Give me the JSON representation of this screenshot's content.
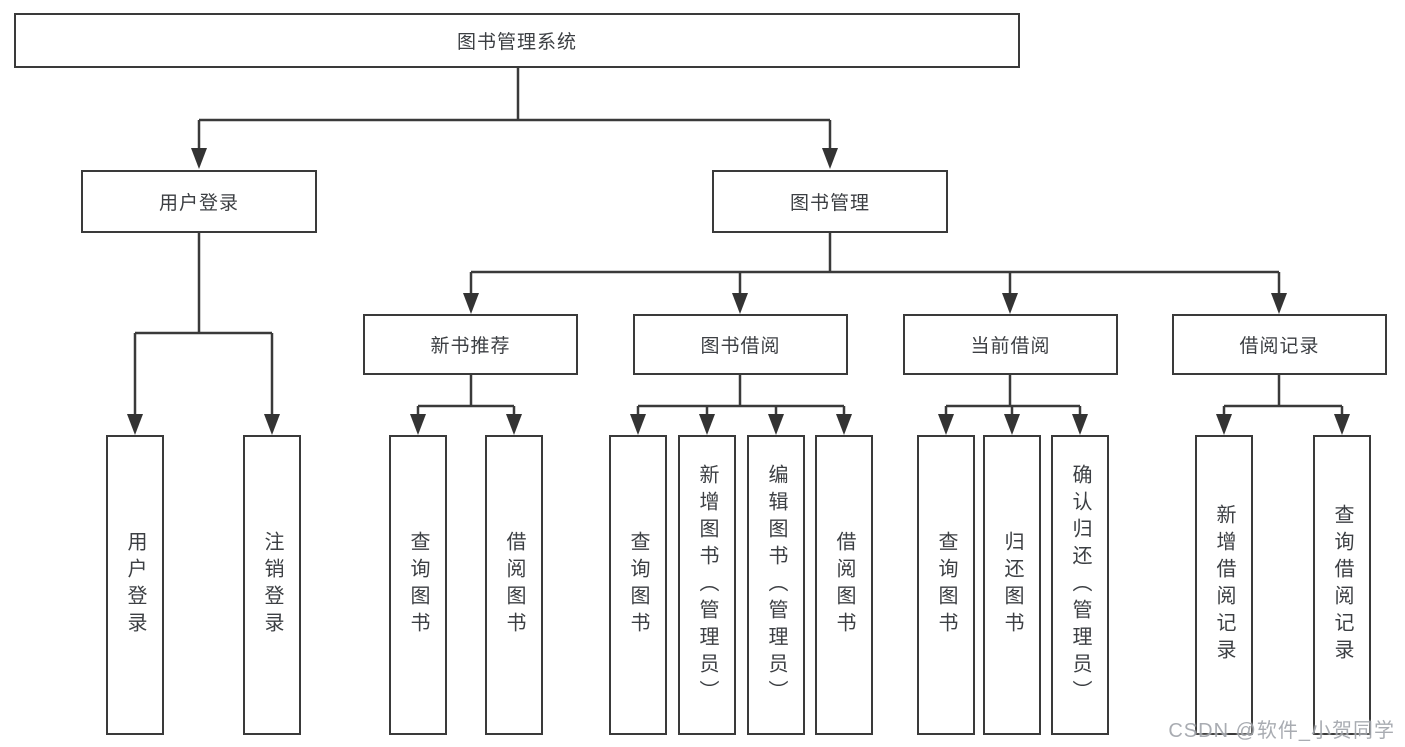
{
  "diagram": {
    "root": {
      "label": "图书管理系统"
    },
    "level2": [
      {
        "label": "用户登录"
      },
      {
        "label": "图书管理"
      }
    ],
    "level3": [
      {
        "label": "新书推荐"
      },
      {
        "label": "图书借阅"
      },
      {
        "label": "当前借阅"
      },
      {
        "label": "借阅记录"
      }
    ],
    "leaves": {
      "user": [
        "用户登录",
        "注销登录"
      ],
      "recommend": [
        "查询图书",
        "借阅图书"
      ],
      "borrow": [
        "查询图书",
        "新增图书（管理员）",
        "编辑图书（管理员）",
        "借阅图书"
      ],
      "current": [
        "查询图书",
        "归还图书",
        "确认归还（管理员）"
      ],
      "record": [
        "新增借阅记录",
        "查询借阅记录"
      ]
    },
    "line_color": "#3a3a3a"
  },
  "watermark": {
    "text": "CSDN @软件_小贺同学",
    "color": "#a2a6ac"
  }
}
